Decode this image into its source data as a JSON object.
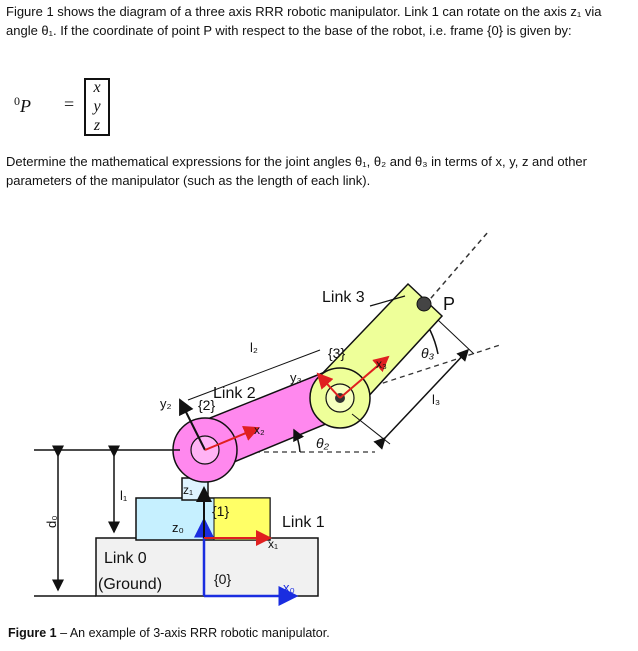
{
  "intro_text": "Figure 1 shows the diagram of a three axis RRR robotic manipulator. Link 1 can rotate on the axis z₁ via angle θ₁. If the coordinate of point P with respect to the base of the robot, i.e. frame {0} is given by:",
  "equation": {
    "lhs": "P",
    "superscript": "0",
    "equals": "=",
    "vector": [
      "x",
      "y",
      "z"
    ]
  },
  "question_text": "Determine the mathematical expressions for the joint angles θ₁, θ₂ and θ₃ in terms of x, y, z and other parameters of the manipulator (such as the length of each link).",
  "diagram": {
    "link3": "Link 3",
    "link2": "Link 2",
    "link1": "Link 1",
    "link0": "Link 0",
    "ground": "(Ground)",
    "point_p": "P",
    "frame0": "{0}",
    "frame1": "{1}",
    "frame2": "{2}",
    "frame3": "{3}",
    "l2": "l₂",
    "l3": "l₃",
    "l1": "l₁",
    "d0": "d₀",
    "theta2": "θ₂",
    "theta3": "θ₃",
    "x0": "x₀",
    "z0": "z₀",
    "x1": "x₁",
    "z1": "z₁",
    "x2": "x₂",
    "y2": "y₂",
    "x3": "x₃",
    "y3": "y₃"
  },
  "caption": {
    "label": "Figure 1",
    "text": " – An example of 3-axis RRR robotic manipulator."
  }
}
